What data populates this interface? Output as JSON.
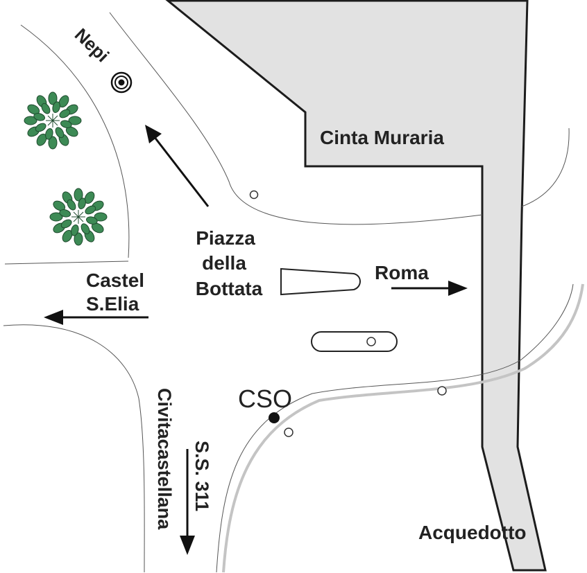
{
  "labels": {
    "nepi": "Nepi",
    "cinta_muraria": "Cinta Muraria",
    "piazza_line1": "Piazza",
    "piazza_line2": "della",
    "piazza_line3": "Bottata",
    "roma": "Roma",
    "castel_line1": "Castel",
    "castel_line2": "S.Elia",
    "cso": "CSO",
    "civitacastellana": "Civitacastellana",
    "ss311": "S.S. 311",
    "acquedotto": "Acquedotto"
  },
  "colors": {
    "wall_fill": "#e2e2e2",
    "tree_green": "#3d8a55",
    "tree_dark": "#1f4a2e",
    "rail": "#c4c4c4",
    "arrow": "#111111"
  },
  "icons": [
    "tree-icon",
    "target-icon",
    "arrow-icon",
    "dot-icon"
  ]
}
